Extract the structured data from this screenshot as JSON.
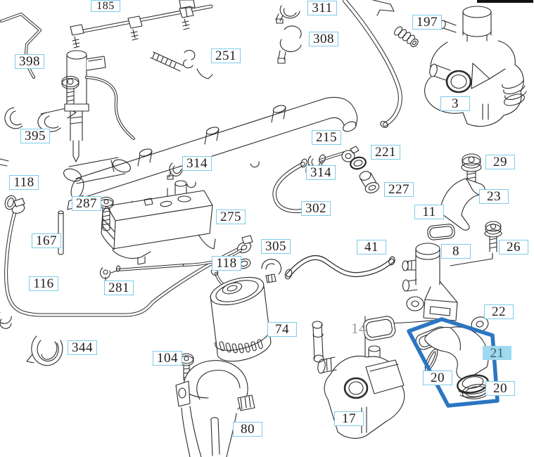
{
  "diagram_title": "",
  "labels": [
    {
      "text": "185",
      "style": "box"
    },
    {
      "text": "311",
      "style": "box"
    },
    {
      "text": "308",
      "style": "box"
    },
    {
      "text": "197",
      "style": "box"
    },
    {
      "text": "398",
      "style": "box"
    },
    {
      "text": "251",
      "style": "box"
    },
    {
      "text": "3",
      "style": "box"
    },
    {
      "text": "395",
      "style": "box"
    },
    {
      "text": "215",
      "style": "box"
    },
    {
      "text": "221",
      "style": "box"
    },
    {
      "text": "314",
      "style": "box"
    },
    {
      "text": "227",
      "style": "box"
    },
    {
      "text": "29",
      "style": "box"
    },
    {
      "text": "118",
      "style": "box"
    },
    {
      "text": "287",
      "style": "box"
    },
    {
      "text": "314",
      "style": "box"
    },
    {
      "text": "302",
      "style": "box"
    },
    {
      "text": "23",
      "style": "box"
    },
    {
      "text": "11",
      "style": "box"
    },
    {
      "text": "167",
      "style": "box"
    },
    {
      "text": "275",
      "style": "box"
    },
    {
      "text": "26",
      "style": "box"
    },
    {
      "text": "8",
      "style": "box"
    },
    {
      "text": "305",
      "style": "box"
    },
    {
      "text": "118",
      "style": "box"
    },
    {
      "text": "41",
      "style": "box"
    },
    {
      "text": "116",
      "style": "box"
    },
    {
      "text": "281",
      "style": "box"
    },
    {
      "text": "344",
      "style": "box"
    },
    {
      "text": "74",
      "style": "box"
    },
    {
      "text": "104",
      "style": "box"
    },
    {
      "text": "22",
      "style": "box"
    },
    {
      "text": "14",
      "style": "ghost"
    },
    {
      "text": "21",
      "style": "highlight"
    },
    {
      "text": "20",
      "style": "box"
    },
    {
      "text": "20",
      "style": "box"
    },
    {
      "text": "17",
      "style": "box"
    },
    {
      "text": "80",
      "style": "box"
    }
  ],
  "highlight": {
    "selected_part_label": "21",
    "polygon_points": "628,454 700,477 707,570 637,577 581,471",
    "outline_color": "#2b76c2",
    "label_bg": "#9fd9f0",
    "label_text_color": "#3e5c6a"
  },
  "colors": {
    "background": "#ffffff",
    "line_art": "#2b2b2b",
    "label_border": "#7ecbea",
    "label_text": "#1c1c1c",
    "ghost_label_text": "#9b9b9b",
    "top_right_bar": "#111111"
  }
}
